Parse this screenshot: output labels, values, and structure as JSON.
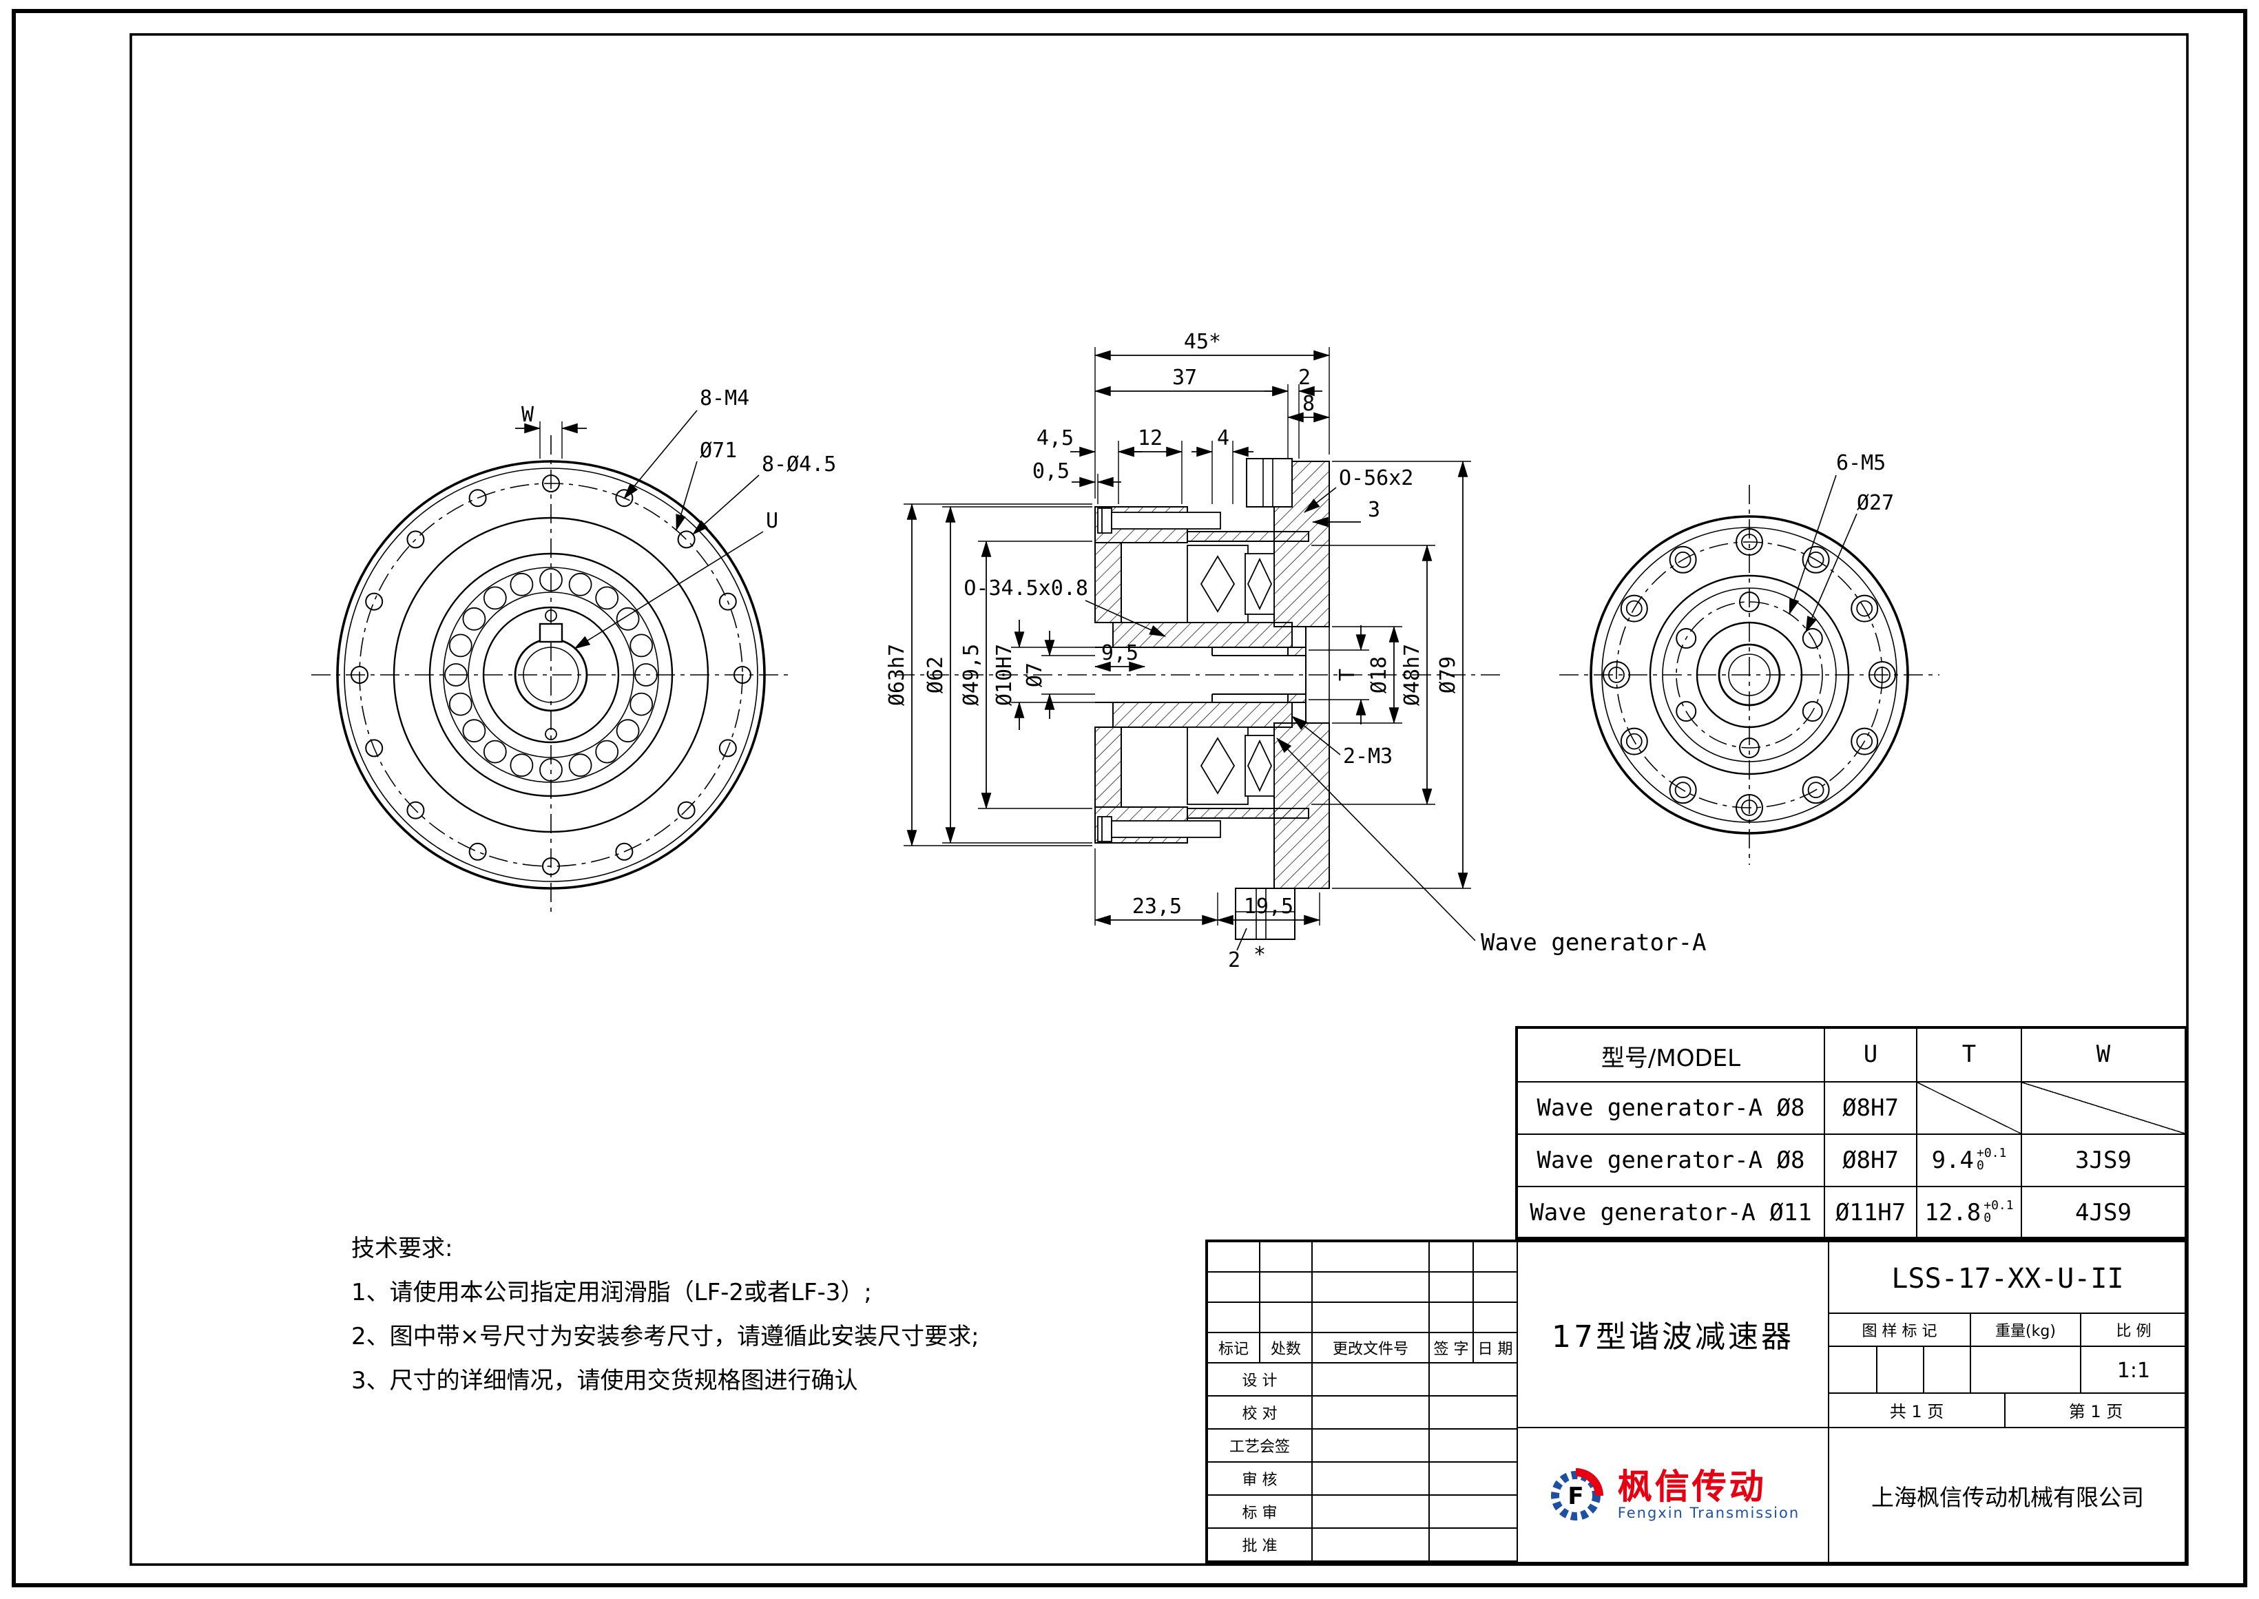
{
  "meta": {
    "line_color": "#000000",
    "bg": "#ffffff",
    "logo_red": "#e60012",
    "logo_blue": "#1e50a2"
  },
  "left_view": {
    "dim_w": "W",
    "label_8m4": "8-M4",
    "label_d71": "Ø71",
    "label_8d45": "8-Ø4.5",
    "label_u": "U"
  },
  "section_view": {
    "top": {
      "d45": "45*",
      "d37": "37",
      "d2": "2",
      "d8": "8",
      "d4_5": "4,5",
      "d12": "12",
      "d4": "4",
      "d0_5": "0,5"
    },
    "oring_top": "O-56x2",
    "d3": "3",
    "oring_left": "O-34.5x0.8",
    "d9_5": "9,5",
    "dT": "T",
    "label_2m3": "2-M3",
    "left_dims": [
      "Ø63h7",
      "Ø62",
      "Ø49,5",
      "Ø10H7",
      "Ø7"
    ],
    "right_dims": [
      "Ø18",
      "Ø48h7",
      "Ø79"
    ],
    "bottom": {
      "d23_5": "23,5",
      "d19_5": "19,5",
      "d2": "2",
      "star": "*"
    },
    "wave_label": "Wave generator-A"
  },
  "right_view": {
    "label_6m5": "6-M5",
    "label_d27": "Ø27"
  },
  "notes": {
    "title": "技术要求:",
    "lines": [
      "1、请使用本公司指定用润滑脂（LF-2或者LF-3）;",
      "2、图中带×号尺寸为安装参考尺寸，请遵循此安装尺寸要求;",
      "3、尺寸的详细情况，请使用交货规格图进行确认"
    ]
  },
  "model_table": {
    "headers": [
      "型号/MODEL",
      "U",
      "T",
      "W"
    ],
    "rows": [
      {
        "model": "Wave generator-A Ø8",
        "u": "Ø8H7",
        "t": "",
        "t_sup": "",
        "t_sub": "",
        "w": ""
      },
      {
        "model": "Wave generator-A Ø8",
        "u": "Ø8H7",
        "t": "9.4",
        "t_sup": "+0.1",
        "t_sub": "0",
        "w": "3JS9"
      },
      {
        "model": "Wave generator-A Ø11",
        "u": "Ø11H7",
        "t": "12.8",
        "t_sup": "+0.1",
        "t_sub": "0",
        "w": "4JS9"
      }
    ]
  },
  "title_block": {
    "drawing_no": "LSS-17-XX-U-II",
    "title": "17型谐波减速器",
    "sig_headers": [
      "标记",
      "处数",
      "更改文件号",
      "签 字",
      "日 期"
    ],
    "sig_rows": [
      "设 计",
      "校 对",
      "工艺会签",
      "审 核",
      "标 审",
      "批 准"
    ],
    "mark_label": "图 样 标 记",
    "weight_label": "重量(kg)",
    "scale_label": "比 例",
    "scale_value": "1:1",
    "sheet_total": "共 1 页",
    "sheet_no": "第 1 页",
    "logo_cn": "枫信传动",
    "logo_en": "Fengxin Transmission",
    "company": "上海枫信传动机械有限公司"
  }
}
